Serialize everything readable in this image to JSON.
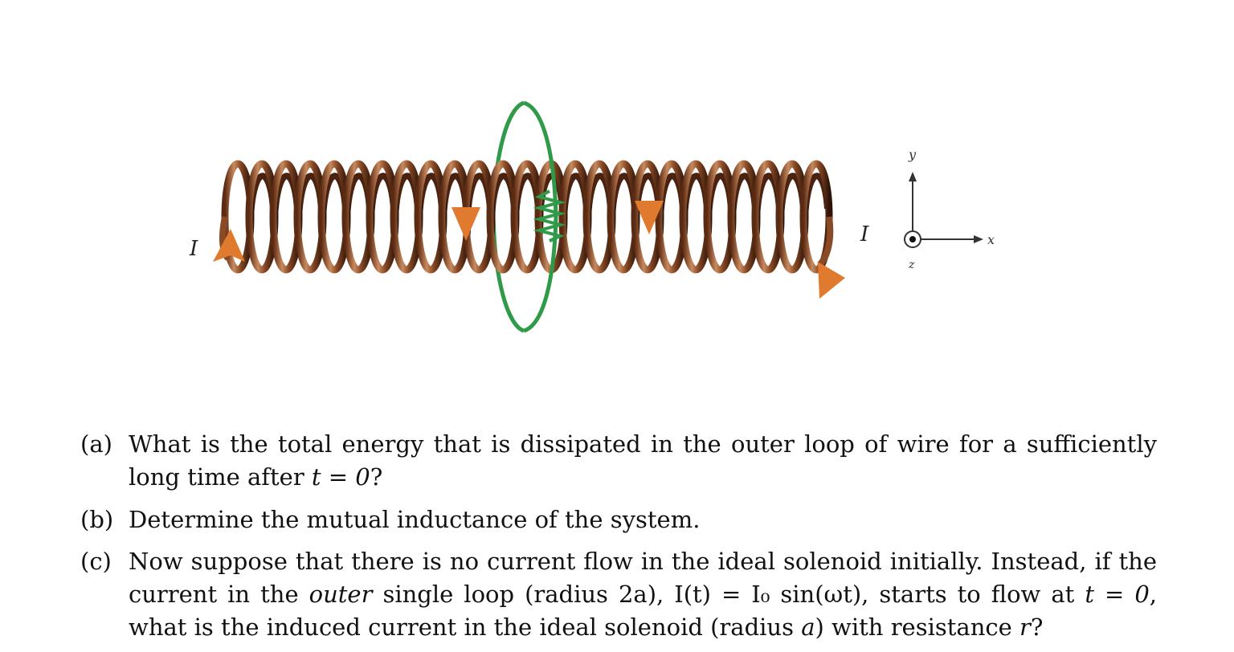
{
  "figure": {
    "current_label_left": "I",
    "current_label_right": "I",
    "axis_y": "y",
    "axis_x": "x",
    "axis_z": "z"
  },
  "questions": [
    {
      "label": "(a)",
      "pre": "What is the total energy that is dissipated in the outer loop of wire for a sufficiently long time after ",
      "math": "t = 0",
      "post": "?"
    },
    {
      "label": "(b)",
      "text": "Determine the mutual inductance of the system."
    },
    {
      "label": "(c)",
      "part1": "Now suppose that there is no current flow in the ideal solenoid initially. Instead, if the current in the ",
      "emph": "outer",
      "part2": " single loop (radius ",
      "radius_outer": "2a",
      "part3": "), ",
      "current_expr": "I(t) = I₀ sin(ωt)",
      "part4": ", starts to flow at ",
      "time_expr": "t = 0",
      "part5": ", what is the induced current in the ideal solenoid (radius ",
      "radius_inner": "a",
      "part6": ") with resistance ",
      "resistance": "r",
      "part7": "?"
    }
  ]
}
